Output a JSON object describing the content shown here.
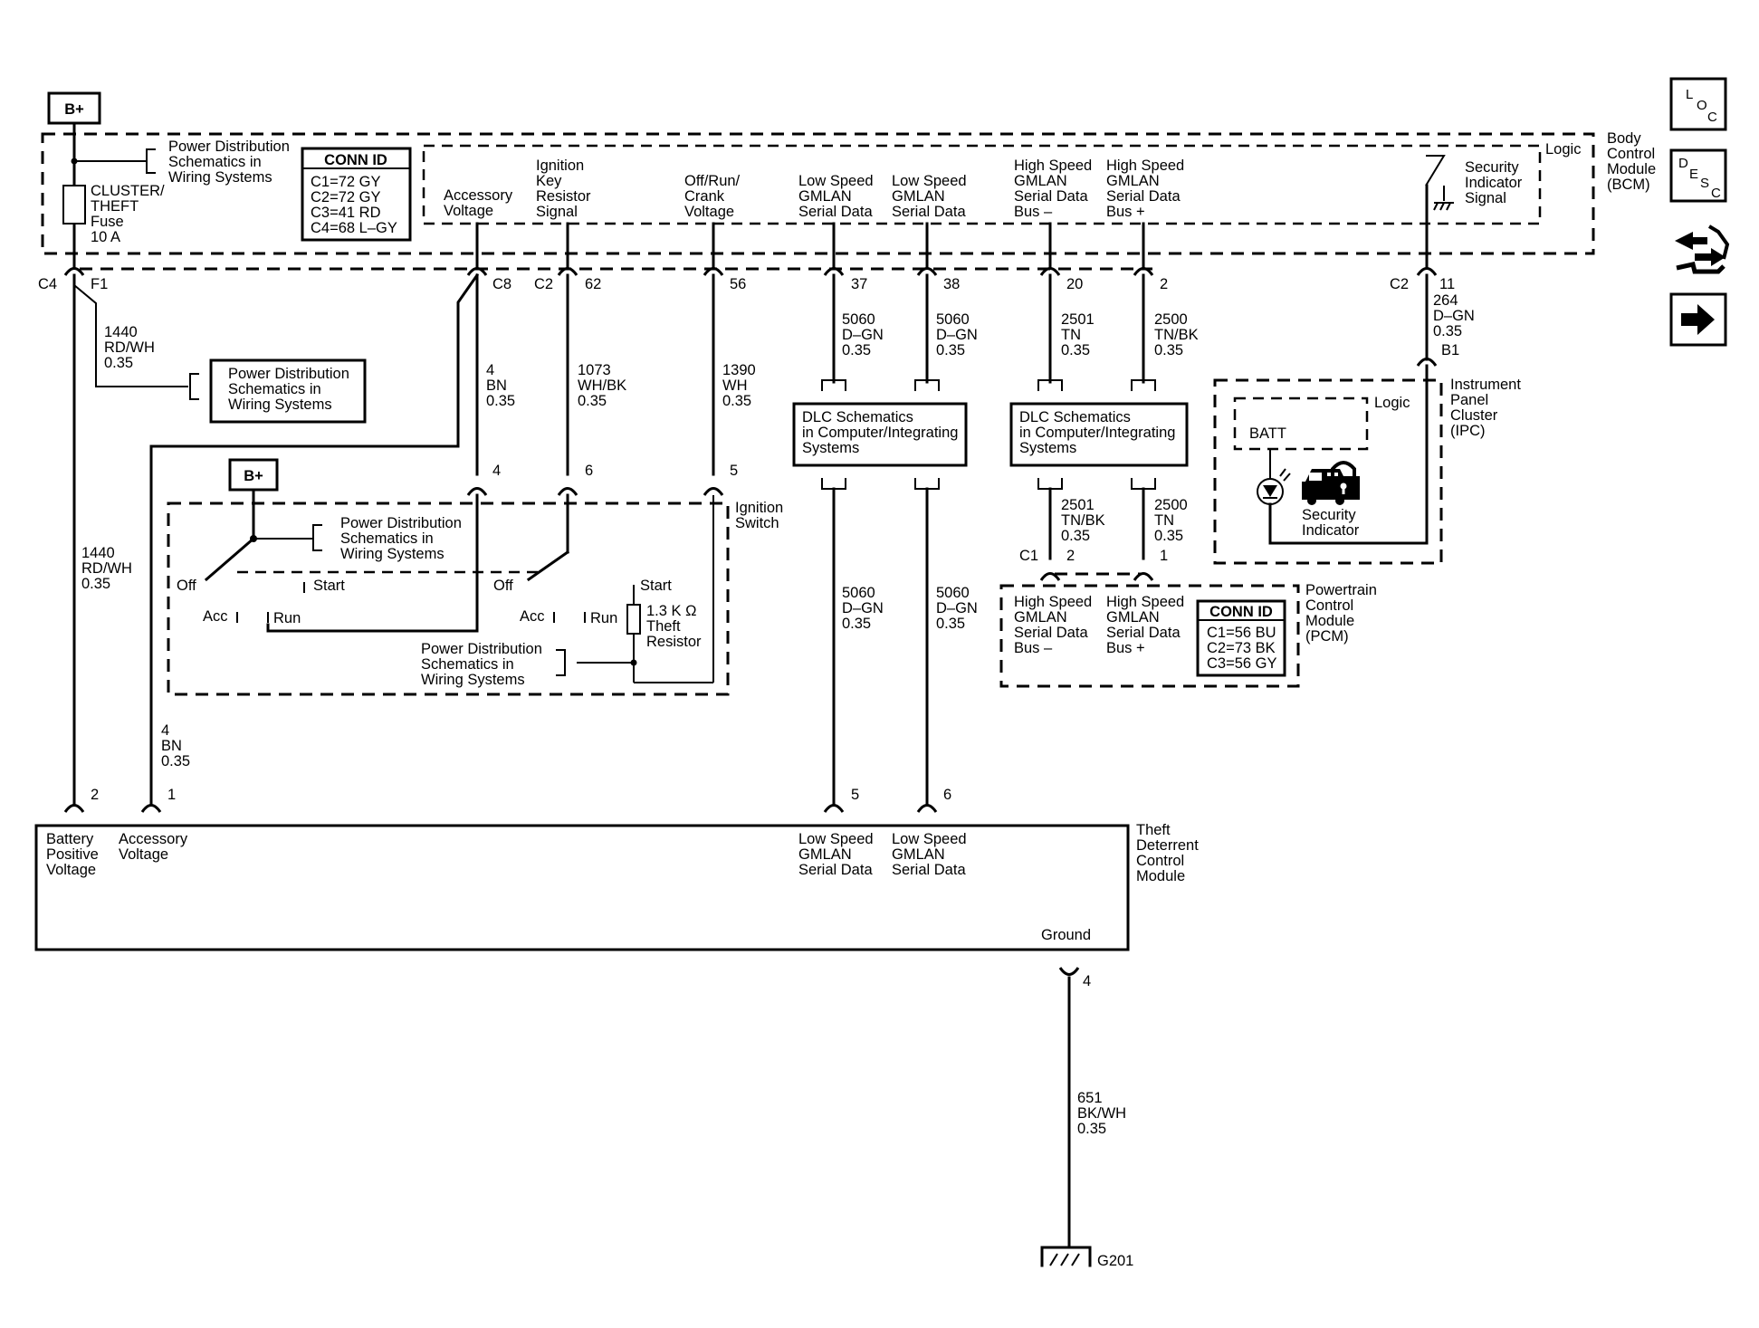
{
  "bplus": [
    "B+",
    "B+"
  ],
  "bcm": {
    "name": [
      "Body",
      "Control",
      "Module",
      "(BCM)"
    ],
    "logic": "Logic",
    "fuse": [
      "CLUSTER/",
      "THEFT",
      "Fuse",
      "10 A"
    ],
    "pd_ref": [
      "Power Distribution",
      "Schematics in",
      "Wiring Systems"
    ],
    "conn_title": "CONN ID",
    "conn": [
      "C1=72 GY",
      "C2=72 GY",
      "C3=41 RD",
      "C4=68 L–GY"
    ],
    "signals": [
      [
        "Accessory",
        "Voltage"
      ],
      [
        "Ignition",
        "Key",
        "Resistor",
        "Signal"
      ],
      [
        "Off/Run/",
        "Crank",
        "Voltage"
      ],
      [
        "Low Speed",
        "GMLAN",
        "Serial Data"
      ],
      [
        "Low Speed",
        "GMLAN",
        "Serial Data"
      ],
      [
        "High Speed",
        "GMLAN",
        "Serial Data",
        "Bus –"
      ],
      [
        "High Speed",
        "GMLAN",
        "Serial Data",
        "Bus +"
      ],
      [
        "Security",
        "Indicator",
        "Signal"
      ]
    ],
    "connector_labels": [
      "C4",
      "F1",
      "C8",
      "C2",
      "62",
      "56",
      "37",
      "38",
      "20",
      "2",
      "C2",
      "11"
    ]
  },
  "wires": {
    "w1440a": [
      "1440",
      "RD/WH",
      "0.35"
    ],
    "w1440b": [
      "1440",
      "RD/WH",
      "0.35"
    ],
    "w4a": [
      "4",
      "BN",
      "0.35"
    ],
    "w4b": [
      "4",
      "BN",
      "0.35"
    ],
    "w1073": [
      "1073",
      "WH/BK",
      "0.35"
    ],
    "w1390": [
      "1390",
      "WH",
      "0.35"
    ],
    "w5060a": [
      "5060",
      "D–GN",
      "0.35"
    ],
    "w5060b": [
      "5060",
      "D–GN",
      "0.35"
    ],
    "w5060c": [
      "5060",
      "D–GN",
      "0.35"
    ],
    "w5060d": [
      "5060",
      "D–GN",
      "0.35"
    ],
    "w2501a": [
      "2501",
      "TN",
      "0.35"
    ],
    "w2500a": [
      "2500",
      "TN/BK",
      "0.35"
    ],
    "w2501b": [
      "2501",
      "TN/BK",
      "0.35"
    ],
    "w2500b": [
      "2500",
      "TN",
      "0.35"
    ],
    "w264": [
      "264",
      "D–GN",
      "0.35"
    ],
    "w651": [
      "651",
      "BK/WH",
      "0.35"
    ]
  },
  "pd_box": [
    "Power Distribution",
    "Schematics in",
    "Wiring Systems"
  ],
  "dlc": [
    [
      "DLC Schematics",
      "in Computer/Integrating",
      "Systems"
    ],
    [
      "DLC Schematics",
      "in Computer/Integrating",
      "Systems"
    ]
  ],
  "ipc": {
    "name": [
      "Instrument",
      "Panel",
      "Cluster",
      "(IPC)"
    ],
    "logic": "Logic",
    "batt": "BATT",
    "indicator": [
      "Security",
      "Indicator"
    ],
    "pin": "B1"
  },
  "ignition": {
    "name": [
      "Ignition",
      "Switch"
    ],
    "pins": [
      "4",
      "6",
      "5"
    ],
    "pd_ref1": [
      "Power Distribution",
      "Schematics in",
      "Wiring Systems"
    ],
    "pd_ref2": [
      "Power Distribution",
      "Schematics in",
      "Wiring Systems"
    ],
    "pos": [
      "Off",
      "Start",
      "Acc",
      "Run",
      "Off",
      "Acc",
      "Run",
      "Start"
    ],
    "resistor": [
      "1.3 K Ω",
      "Theft",
      "Resistor"
    ]
  },
  "pcm": {
    "name": [
      "Powertrain",
      "Control",
      "Module",
      "(PCM)"
    ],
    "pins": [
      "C1",
      "2",
      "1"
    ],
    "sig1": [
      "High Speed",
      "GMLAN",
      "Serial Data",
      "Bus –"
    ],
    "sig2": [
      "High Speed",
      "GMLAN",
      "Serial Data",
      "Bus +"
    ],
    "conn_title": "CONN ID",
    "conn": [
      "C1=56 BU",
      "C2=73 BK",
      "C3=56 GY"
    ]
  },
  "tdcm": {
    "name": [
      "Theft",
      "Deterrent",
      "Control",
      "Module"
    ],
    "pins": [
      "2",
      "1",
      "5",
      "6",
      "4"
    ],
    "sig": [
      [
        "Battery",
        "Positive",
        "Voltage"
      ],
      [
        "Accessory",
        "Voltage"
      ],
      [
        "Low Speed",
        "GMLAN",
        "Serial Data"
      ],
      [
        "Low Speed",
        "GMLAN",
        "Serial Data"
      ]
    ],
    "ground": "Ground"
  },
  "ground_label": "G201",
  "nav": {
    "loc": [
      "L",
      "O",
      "C"
    ],
    "desc": [
      "D",
      "E",
      "S",
      "C"
    ]
  }
}
